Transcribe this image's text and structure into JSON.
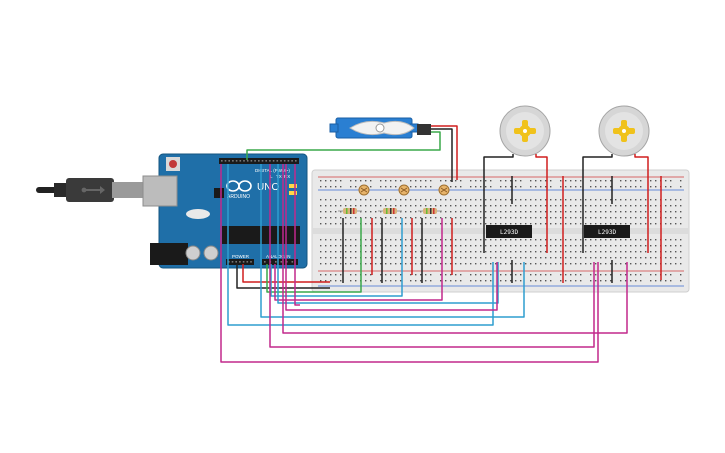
{
  "board": {
    "brand": "ARDUINO",
    "model": "UNO",
    "digital_header_label": "DIGITAL (PWM~)",
    "power_label": "POWER",
    "analog_label": "ANALOG IN",
    "tx_label": "TX",
    "rx_label": "RX",
    "pin13_label": "L"
  },
  "motor_driver_1": {
    "label": "L293D"
  },
  "motor_driver_2": {
    "label": "L293D"
  },
  "colors": {
    "board": "#1f6fa8",
    "breadboard": "#e9e9e9",
    "wire_red": "#d01e1e",
    "wire_black": "#222222",
    "wire_green": "#3aa84a",
    "wire_blue": "#2e9ecf",
    "wire_magenta": "#c2288c",
    "servo": "#2a7fd2",
    "motor": "#d6d6d6",
    "motor_shaft": "#f0c21b"
  }
}
